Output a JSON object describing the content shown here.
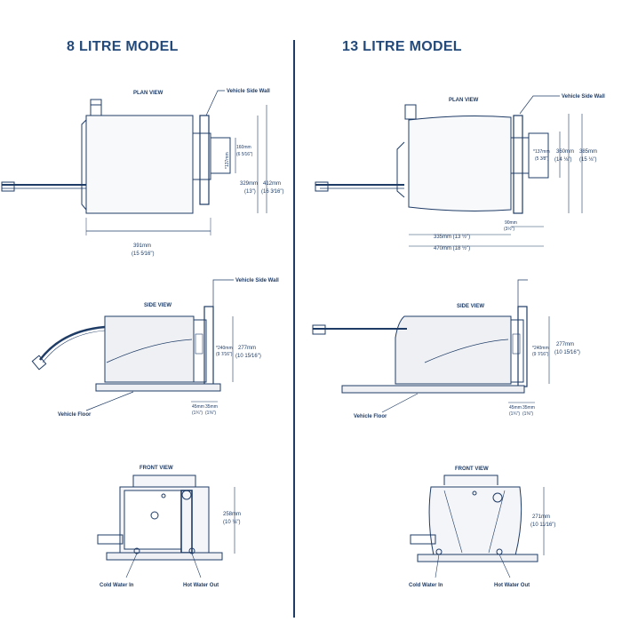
{
  "models": {
    "left": {
      "title": "8 LITRE MODEL"
    },
    "right": {
      "title": "13 LITRE MODEL"
    }
  },
  "labels": {
    "plan_view": "PLAN VIEW",
    "side_view": "SIDE VIEW",
    "front_view": "FRONT VIEW",
    "vehicle_side_wall": "Vehicle Side Wall",
    "vehicle_floor": "Vehicle Floor",
    "cold_water_in": "Cold Water In",
    "hot_water_out": "Hot Water Out"
  },
  "dims_8": {
    "width_mm": "391mm",
    "width_in": "(15 5⁄16\")",
    "d160_mm": "160mm",
    "d160_in": "(6 5⁄16\")",
    "d137": "*137mm",
    "d329_mm": "329mm",
    "d329_in": "(13\")",
    "d412_mm": "412mm",
    "d412_in": "(16 3⁄16\")",
    "d240_mm": "*240mm",
    "d240_in": "(9 7⁄16\")",
    "d277_mm": "277mm",
    "d277_in": "(10 15⁄16\")",
    "d45_mm": "45mm",
    "d45_in": "(1¾\")",
    "d35_mm": "35mm",
    "d35_in": "(1⅜\")",
    "d258_mm": "258mm",
    "d258_in": "(10 ⅛\")"
  },
  "dims_13": {
    "d90_mm": "90mm",
    "d90_in": "(3½\")",
    "d335_mm": "335mm (13 ½\")",
    "d470_mm": "470mm (18 ½\")",
    "d137": "*137mm",
    "d137_in": "(5 3⁄8\")",
    "d360_mm": "360mm",
    "d360_in": "(14 ⅛\")",
    "d385_mm": "385mm",
    "d385_in": "(15 ⅛\")",
    "d240_mm": "*240mm",
    "d240_in": "(9 7⁄16\")",
    "d277_mm": "277mm",
    "d277_in": "(10 15⁄16\")",
    "d45_mm": "45mm",
    "d45_in": "(1¾\")",
    "d35_mm": "35mm",
    "d35_in": "(1⅜\")",
    "d271_mm": "271mm",
    "d271_in": "(10 11⁄16\")"
  },
  "colors": {
    "line": "#1f3c66",
    "title": "#234a7a",
    "fill": "#eef0f4"
  }
}
